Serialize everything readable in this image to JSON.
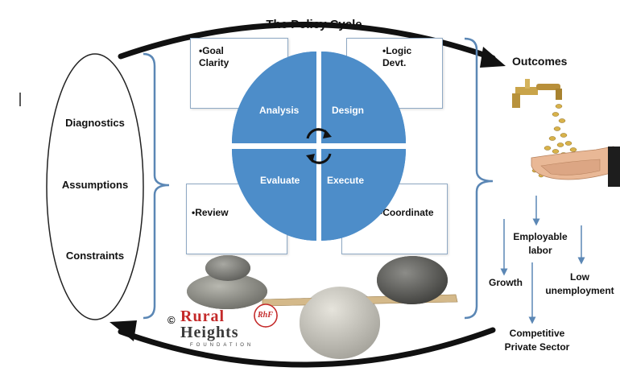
{
  "title": "The Policy Cycle",
  "left_items": [
    "Diagnostics",
    "Assumptions",
    "Constraints"
  ],
  "cards": {
    "top_left": "•Goal\nClarity",
    "top_right": "•Logic\nDevt.",
    "bottom_left": "•Review",
    "bottom_right": "•Coordinate"
  },
  "quadrants": {
    "top_left": "Analysis",
    "top_right": "Design",
    "bottom_left": "Evaluate",
    "bottom_right": "Execute"
  },
  "outcomes": {
    "title": "Outcomes",
    "employable": "Employable\nlabor",
    "growth": "Growth",
    "low_unemployment": "Low\nunemployment",
    "competitive": "Competitive\nPrivate Sector"
  },
  "logo": {
    "copyright": "©",
    "word1": "Rural",
    "word2": "Heights",
    "tagline": "FOUNDATION",
    "monogram": "RhF"
  },
  "colors": {
    "circle_blue": "#4d8dc9",
    "bracket_blue": "#5b87b5",
    "logo_red": "#c42a2a",
    "logo_dark": "#3a3a3a"
  },
  "icons": [
    "circular-arrows-icon",
    "faucet-coins-hands-icon",
    "balanced-stones-icon"
  ]
}
